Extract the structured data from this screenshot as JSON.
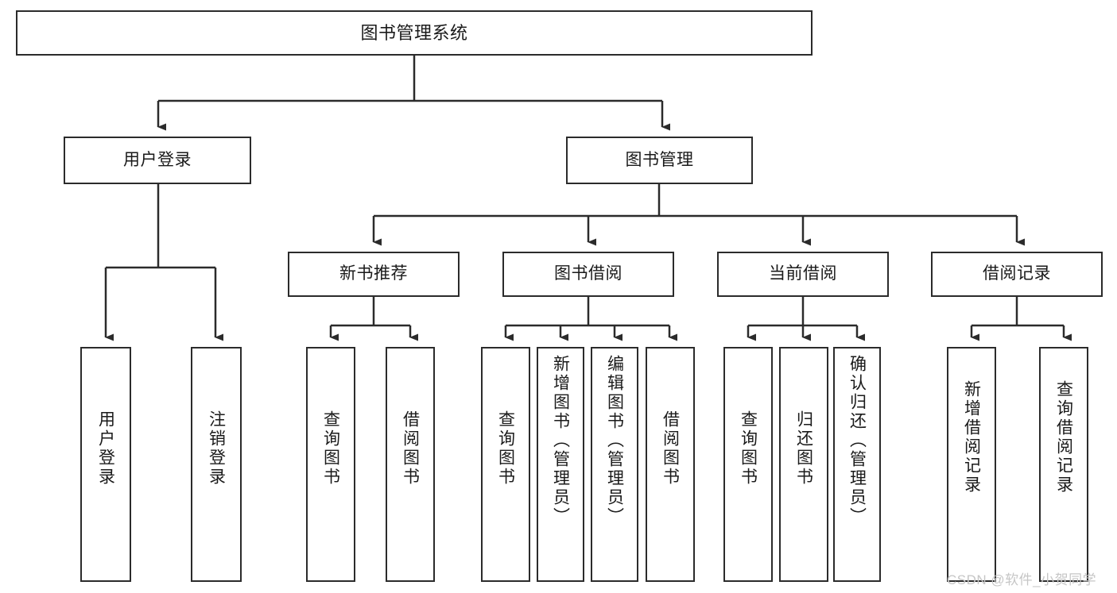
{
  "diagram": {
    "title": "图书管理系统",
    "type": "tree",
    "watermark": "CSDN @软件_小贺同学",
    "colors": {
      "stroke": "#2b2b2b",
      "fill": "#ffffff",
      "text": "#1a1a1a",
      "watermark": "#c6c6c6"
    }
  },
  "nodes": {
    "root": {
      "label": "图书管理系统",
      "level": 1,
      "orientation": "horizontal"
    },
    "l2": [
      {
        "id": "user_login",
        "label": "用户登录",
        "level": 2,
        "orientation": "horizontal"
      },
      {
        "id": "book_mgmt",
        "label": "图书管理",
        "level": 2,
        "orientation": "horizontal"
      }
    ],
    "l3": [
      {
        "id": "new_book_rec",
        "label": "新书推荐",
        "level": 3,
        "orientation": "horizontal",
        "parent": "book_mgmt"
      },
      {
        "id": "book_borrow",
        "label": "图书借阅",
        "level": 3,
        "orientation": "horizontal",
        "parent": "book_mgmt"
      },
      {
        "id": "current_borrow",
        "label": "当前借阅",
        "level": 3,
        "orientation": "horizontal",
        "parent": "book_mgmt"
      },
      {
        "id": "borrow_record",
        "label": "借阅记录",
        "level": 3,
        "orientation": "horizontal",
        "parent": "book_mgmt"
      }
    ],
    "leaves": [
      {
        "id": "leaf_user_login",
        "label": "用户登录",
        "orientation": "vertical",
        "parent": "user_login"
      },
      {
        "id": "leaf_logout",
        "label": "注销登录",
        "orientation": "vertical",
        "parent": "user_login"
      },
      {
        "id": "leaf_query_book_1",
        "label": "查询图书",
        "orientation": "vertical",
        "parent": "new_book_rec"
      },
      {
        "id": "leaf_borrow_book_1",
        "label": "借阅图书",
        "orientation": "vertical",
        "parent": "new_book_rec"
      },
      {
        "id": "leaf_query_book_2",
        "label": "查询图书",
        "orientation": "vertical",
        "parent": "book_borrow"
      },
      {
        "id": "leaf_add_book",
        "label": "新增图书（管理员）",
        "orientation": "vertical",
        "parent": "book_borrow"
      },
      {
        "id": "leaf_edit_book",
        "label": "编辑图书（管理员）",
        "orientation": "vertical",
        "parent": "book_borrow"
      },
      {
        "id": "leaf_borrow_book_2",
        "label": "借阅图书",
        "orientation": "vertical",
        "parent": "book_borrow"
      },
      {
        "id": "leaf_query_book_3",
        "label": "查询图书",
        "orientation": "vertical",
        "parent": "current_borrow"
      },
      {
        "id": "leaf_return_book",
        "label": "归还图书",
        "orientation": "vertical",
        "parent": "current_borrow"
      },
      {
        "id": "leaf_confirm_return",
        "label": "确认归还（管理员）",
        "orientation": "vertical",
        "parent": "current_borrow"
      },
      {
        "id": "leaf_add_record",
        "label": "新增借阅记录",
        "orientation": "vertical",
        "parent": "borrow_record"
      },
      {
        "id": "leaf_query_record",
        "label": "查询借阅记录",
        "orientation": "vertical",
        "parent": "borrow_record"
      }
    ]
  }
}
